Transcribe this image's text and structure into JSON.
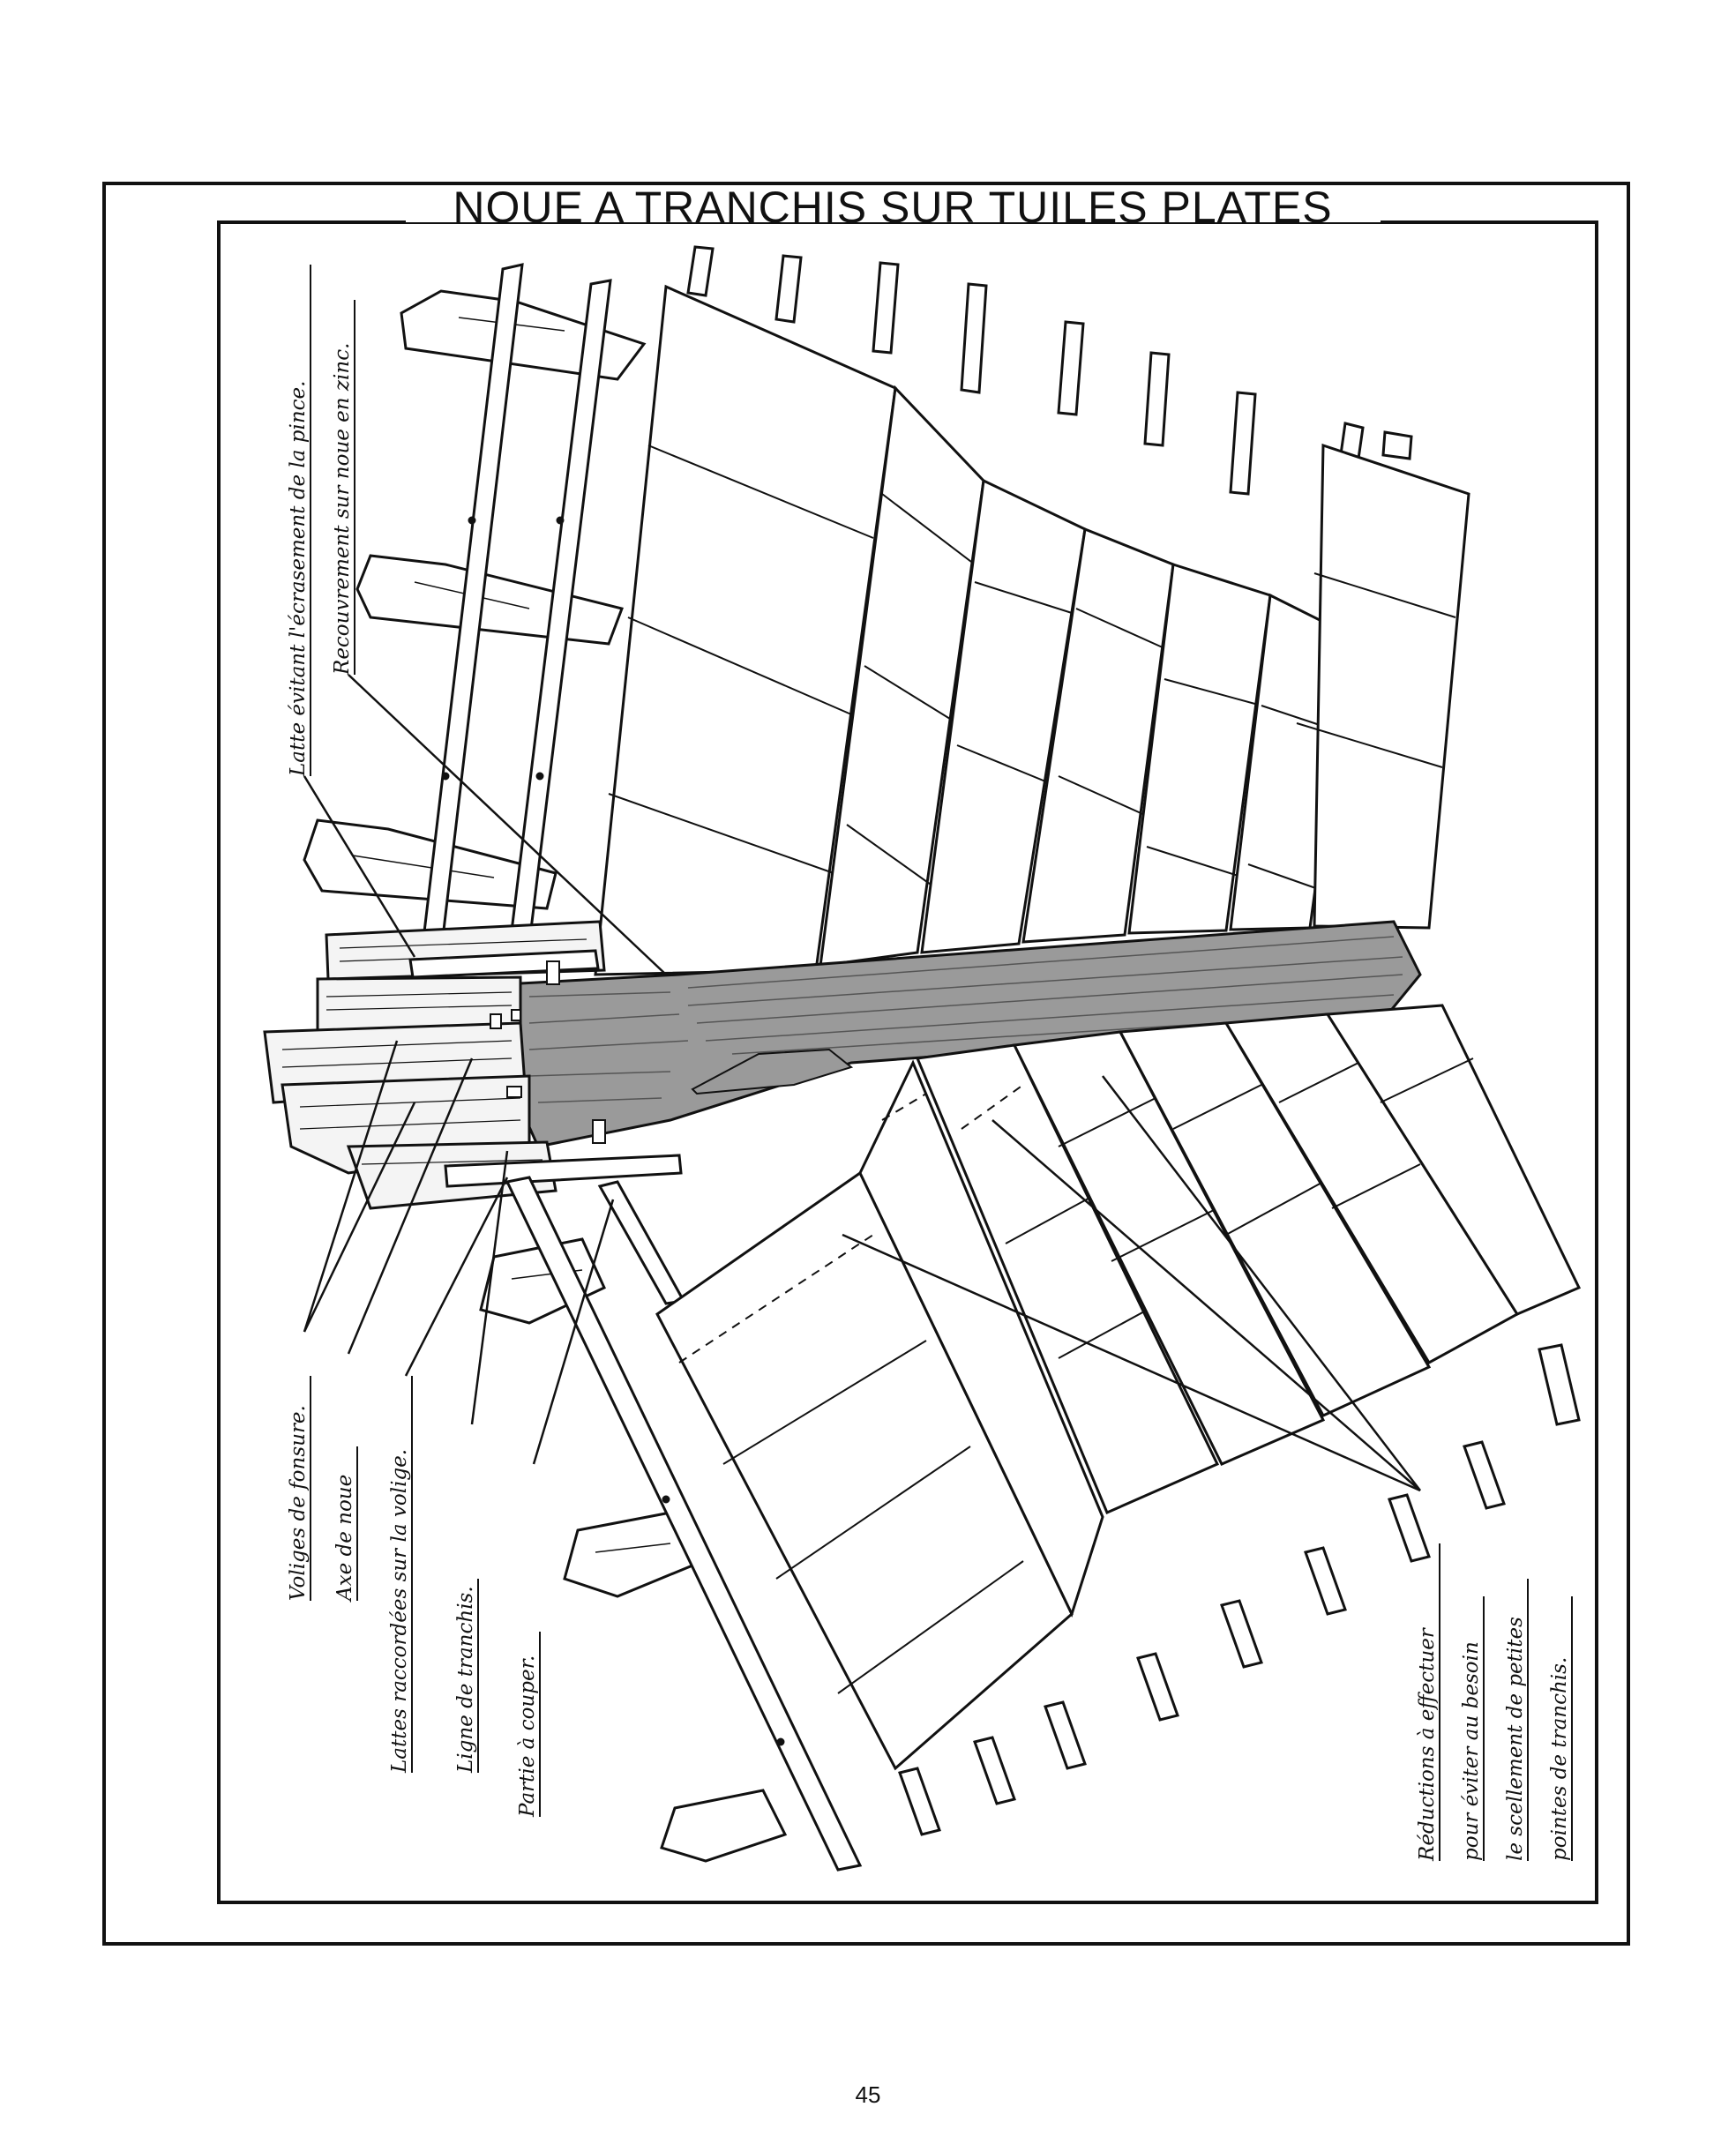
{
  "title": "NOUE A TRANCHIS SUR TUILES PLATES",
  "labels": {
    "latte_evitant": "Latte évitant l'écrasement de la pince.",
    "recouvrement": "Recouvrement sur noue en zinc.",
    "voliges": "Voliges de fonsure.",
    "axe": "Axe de noue",
    "lattes": "Lattes raccordées sur la volige.",
    "ligne": "Ligne de tranchis.",
    "partie": "Partie à couper.",
    "reductions_1": "Réductions à effectuer",
    "reductions_2": "pour éviter au besoin",
    "reductions_3": "le scellement de petites",
    "reductions_4": "pointes de tranchis."
  },
  "page_number": "45",
  "colors": {
    "ink": "#111111",
    "paper": "#ffffff",
    "zinc_valley": "#9a9a9a",
    "wood": "#f4f4f4"
  }
}
